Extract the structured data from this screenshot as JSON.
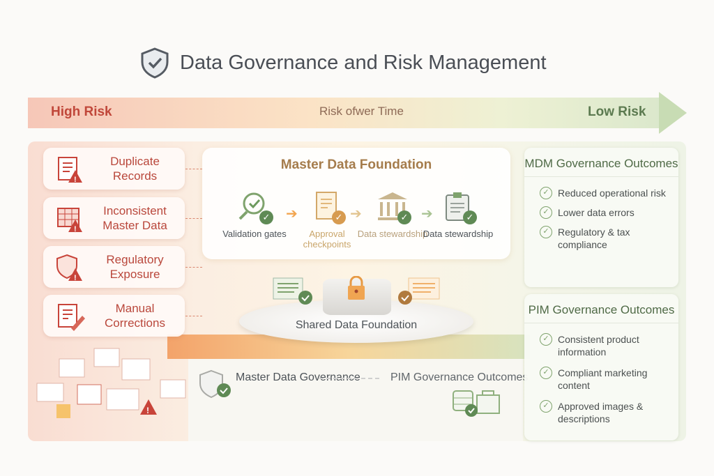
{
  "title": "Data Governance and Risk Management",
  "banner": {
    "left": "High Risk",
    "center": "Risk ofwer Time",
    "right": "Low Risk"
  },
  "risks": [
    {
      "label": "Duplicate Records",
      "icon": "duplicate-records-warning-icon"
    },
    {
      "label": "Inconsistent Master Data",
      "icon": "grid-warning-icon"
    },
    {
      "label": "Regulatory Exposure",
      "icon": "shield-warning-icon"
    },
    {
      "label": "Manual Corrections",
      "icon": "document-pencil-icon"
    }
  ],
  "foundation": {
    "title": "Master Data Foundation",
    "steps": [
      "Validation gates",
      "Approval checkpoints",
      "Data stewardship",
      "Data stewardship"
    ]
  },
  "shared": "Shared Data Foundation",
  "bottom": {
    "left": "Master Data Governance",
    "right": "PIM Governance Outcomes"
  },
  "mdm": {
    "title": "MDM Governance Outcomes",
    "items": [
      "Reduced operational risk",
      "Lower data errors",
      "Regulatory & tax compliance"
    ]
  },
  "pim": {
    "title": "PIM Governance Outcomes",
    "items": [
      "Consistent product information",
      "Compliant marketing content",
      "Approved images & descriptions"
    ]
  },
  "colors": {
    "high_risk": "#c0473a",
    "low_risk": "#5c7a50",
    "foundation": "#a57c4c",
    "check": "#5f8a55"
  }
}
